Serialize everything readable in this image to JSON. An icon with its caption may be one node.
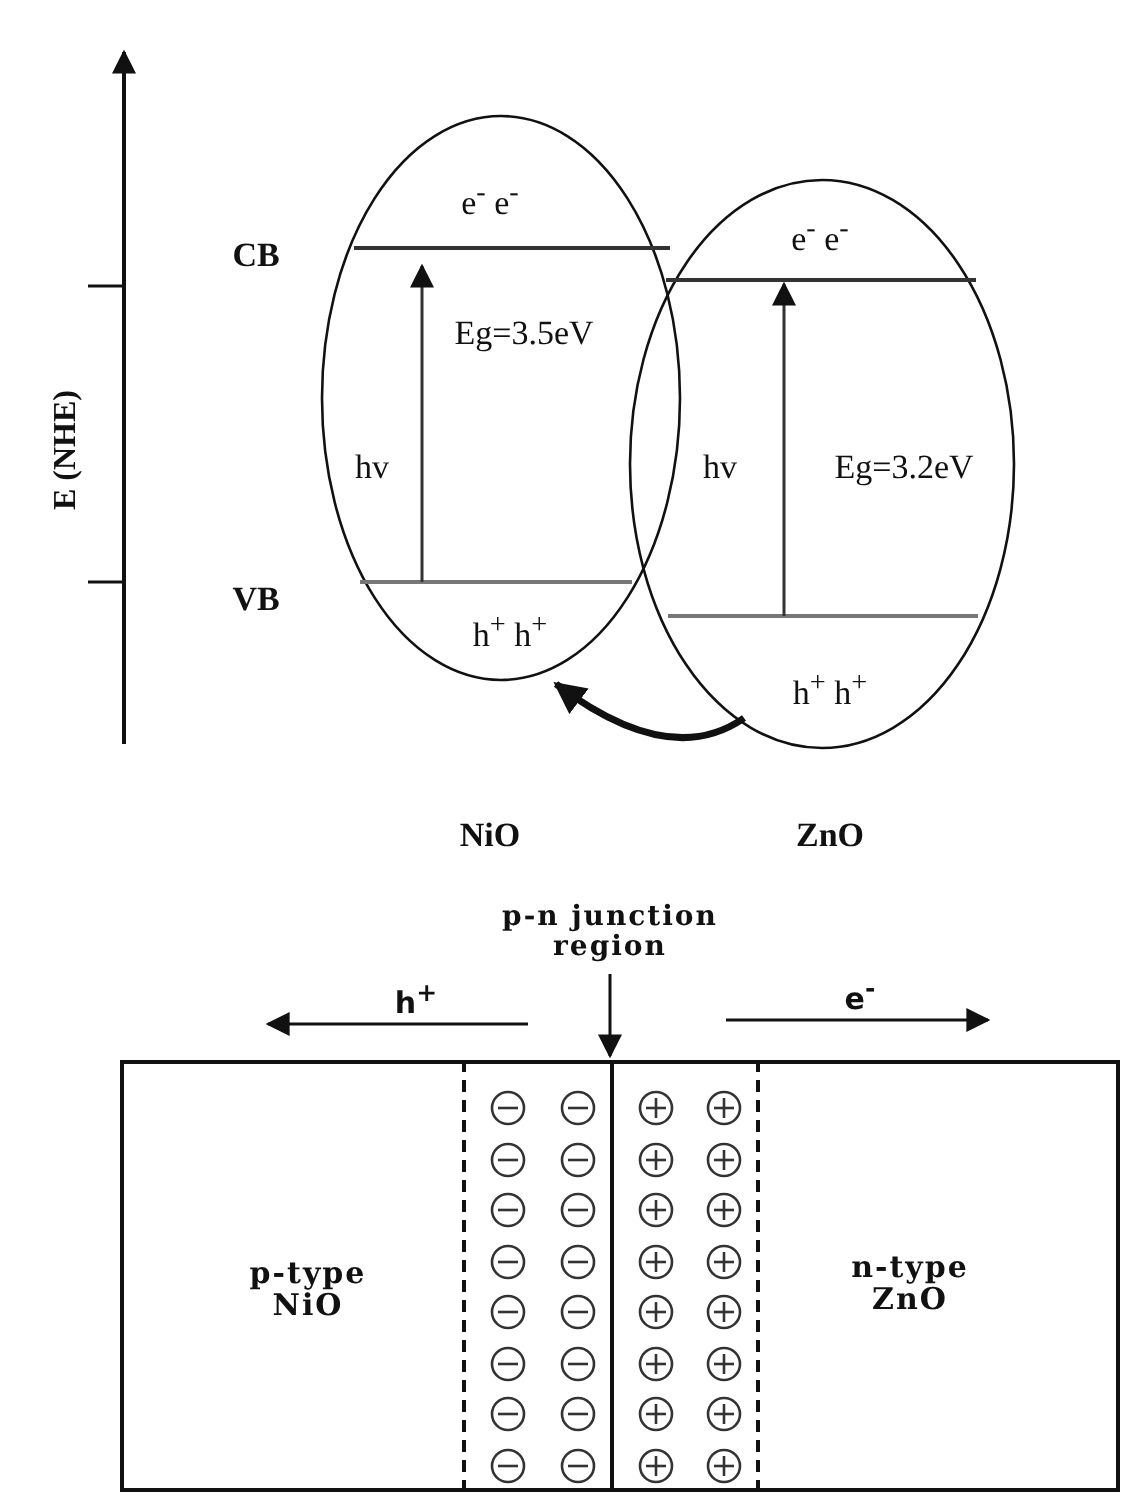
{
  "diagram": {
    "nodes": [
      {
        "text": [
          "e$^{-}$ e$^{-}$",
          "Eg=3.5eV",
          "hv",
          "h$^{+}$ h$^{+}$"
        ]
      },
      {
        "text": [
          "e$^{-}$ e$^{-}$",
          "hv",
          "Eg=3.2eV",
          "h$^{+}$ h$^{+}$"
        ]
      },
      {
        "text": [
          "p-type NiO"
        ]
      },
      {
        "text": [],
        "shape": "box"
      },
      {
        "text": [],
        "shape": "box"
      },
      {
        "text": [
          "n-type ZnO"
        ]
      },
      {
        "text": [
          "p-n junction region"
        ]
      }
    ],
    "edges": [
      {
        "from": 1,
        "to": 0,
        "arrow": "to",
        "style": "thick"
      },
      {
        "from": 6,
        "to": 3,
        "arrow": "to"
      }
    ],
    "labels": [
      "E (NHE)",
      "CB",
      "VB",
      "NiO",
      "ZnO",
      "h$^{+}$",
      "e$^{-}$"
    ]
  }
}
